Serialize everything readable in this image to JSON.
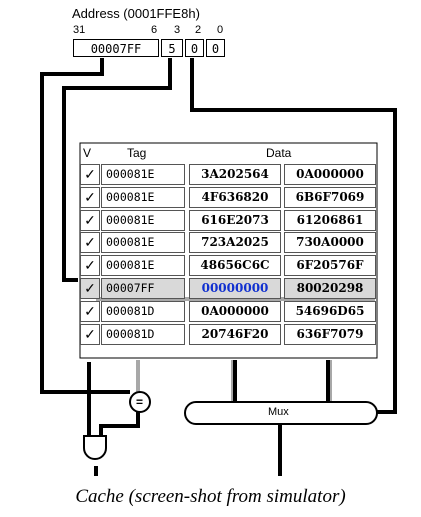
{
  "address": {
    "title": "Address (0001FFE8h)",
    "bit_labels": {
      "b31": "31",
      "b6": "6",
      "b3": "3",
      "b2": "2",
      "b0": "0"
    },
    "tag": "00007FF",
    "index": "5",
    "word": "0",
    "byte": "0"
  },
  "cache": {
    "headers": {
      "valid": "V",
      "tag": "Tag",
      "data": "Data"
    },
    "selected_row": 5,
    "rows": [
      {
        "v": "✓",
        "tag": "000081E",
        "d0": "3A202564",
        "d1": "0A000000"
      },
      {
        "v": "✓",
        "tag": "000081E",
        "d0": "4F636820",
        "d1": "6B6F7069"
      },
      {
        "v": "✓",
        "tag": "000081E",
        "d0": "616E2073",
        "d1": "61206861"
      },
      {
        "v": "✓",
        "tag": "000081E",
        "d0": "723A2025",
        "d1": "730A0000"
      },
      {
        "v": "✓",
        "tag": "000081E",
        "d0": "48656C6C",
        "d1": "6F20576F"
      },
      {
        "v": "✓",
        "tag": "00007FF",
        "d0": "00000000",
        "d1": "80020298"
      },
      {
        "v": "✓",
        "tag": "000081D",
        "d0": "0A000000",
        "d1": "54696D65"
      },
      {
        "v": "✓",
        "tag": "000081D",
        "d0": "20746F20",
        "d1": "636F7079"
      }
    ]
  },
  "comparator_label": "=",
  "mux_label": "Mux",
  "caption": "Cache (screen-shot from simulator)"
}
